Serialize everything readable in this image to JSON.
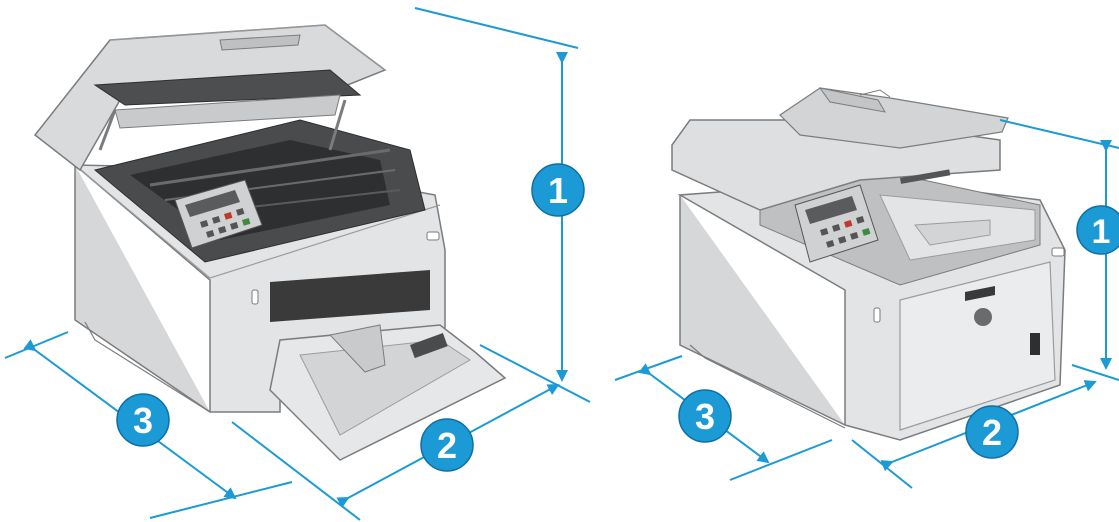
{
  "figure": {
    "colors": {
      "dimension_line": "#1b9ad6",
      "callout_fill": "#1b9ad6",
      "callout_text": "#ffffff",
      "printer_body": "#e3e4e5",
      "printer_edge": "#7a7c7e",
      "printer_dark": "#3a3a3a",
      "printer_mid": "#c9cacc"
    },
    "callouts": {
      "height": "1",
      "depth": "2",
      "width": "3"
    },
    "printers": [
      {
        "view": "open",
        "callouts": [
          "1",
          "2",
          "3"
        ]
      },
      {
        "view": "closed",
        "callouts": [
          "1",
          "2",
          "3"
        ]
      }
    ]
  }
}
